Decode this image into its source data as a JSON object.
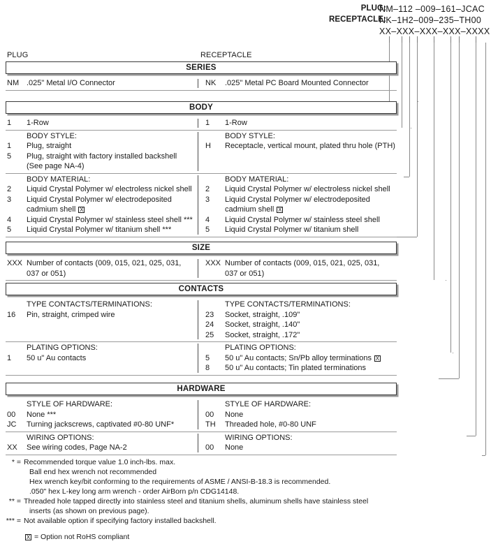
{
  "part_number_header": {
    "rows": [
      {
        "label": "PLUG:",
        "value": "NM–112 –009–161–JCAC"
      },
      {
        "label": "RECEPTACLE:",
        "value": "NK–1H2–009–235–TH00"
      },
      {
        "label": "",
        "value": "XX–XXX–XXX–XXX–XXXX"
      }
    ]
  },
  "column_captions": {
    "plug": "PLUG",
    "receptacle": "RECEPTACLE"
  },
  "sections": [
    {
      "title": "SERIES",
      "blocks": [
        {
          "plug": {
            "subhead": "",
            "options": [
              {
                "code": "NM",
                "desc": ".025\" Metal I/O Connector"
              }
            ]
          },
          "receptacle": {
            "subhead": "",
            "options": [
              {
                "code": "NK",
                "desc": ".025\" Metal PC Board Mounted Connector"
              }
            ]
          }
        }
      ]
    },
    {
      "title": "BODY",
      "blocks": [
        {
          "plug": {
            "subhead": "",
            "options": [
              {
                "code": "1",
                "desc": "1-Row"
              }
            ]
          },
          "receptacle": {
            "subhead": "",
            "options": [
              {
                "code": "1",
                "desc": "1-Row"
              }
            ]
          }
        },
        {
          "plug": {
            "subhead": "BODY STYLE:",
            "options": [
              {
                "code": "1",
                "desc": "Plug, straight"
              },
              {
                "code": "5",
                "desc": "Plug, straight with factory installed backshell"
              },
              {
                "code": "",
                "desc": "(See page NA-4)"
              }
            ]
          },
          "receptacle": {
            "subhead": "BODY STYLE:",
            "options": [
              {
                "code": "H",
                "desc": "Receptacle, vertical mount, plated thru hole (PTH)"
              }
            ]
          }
        },
        {
          "plug": {
            "subhead": "BODY MATERIAL:",
            "options": [
              {
                "code": "2",
                "desc": "Liquid Crystal Polymer w/ electroless nickel shell"
              },
              {
                "code": "3",
                "desc": "Liquid Crystal Polymer w/ electrodeposited"
              },
              {
                "code": "",
                "desc": "cadmium shell",
                "rohs": true
              },
              {
                "code": "4",
                "desc": "Liquid Crystal Polymer w/ stainless steel shell ***"
              },
              {
                "code": "5",
                "desc": "Liquid Crystal Polymer w/ titanium shell ***"
              }
            ]
          },
          "receptacle": {
            "subhead": "BODY MATERIAL:",
            "options": [
              {
                "code": "2",
                "desc": "Liquid Crystal Polymer w/ electroless nickel shell"
              },
              {
                "code": "3",
                "desc": "Liquid Crystal Polymer w/ electrodeposited"
              },
              {
                "code": "",
                "desc": "cadmium shell",
                "rohs": true
              },
              {
                "code": "4",
                "desc": "Liquid Crystal Polymer w/ stainless steel shell"
              },
              {
                "code": "5",
                "desc": "Liquid Crystal Polymer w/ titanium shell"
              }
            ]
          }
        }
      ]
    },
    {
      "title": "SIZE",
      "blocks": [
        {
          "plug": {
            "subhead": "",
            "options": [
              {
                "code": "XXX",
                "desc": "Number of contacts (009, 015, 021, 025, 031,"
              },
              {
                "code": "",
                "desc": "037 or 051)"
              }
            ]
          },
          "receptacle": {
            "subhead": "",
            "options": [
              {
                "code": "XXX",
                "desc": "Number of contacts (009, 015, 021, 025, 031,"
              },
              {
                "code": "",
                "desc": "037 or 051)"
              }
            ]
          }
        }
      ]
    },
    {
      "title": "CONTACTS",
      "blocks": [
        {
          "plug": {
            "subhead": "TYPE CONTACTS/TERMINATIONS:",
            "options": [
              {
                "code": "16",
                "desc": "Pin, straight, crimped wire"
              }
            ]
          },
          "receptacle": {
            "subhead": "TYPE CONTACTS/TERMINATIONS:",
            "options": [
              {
                "code": "23",
                "desc": "Socket, straight, .109\""
              },
              {
                "code": "24",
                "desc": "Socket, straight, .140\""
              },
              {
                "code": "25",
                "desc": "Socket, straight, .172\""
              }
            ]
          }
        },
        {
          "plug": {
            "subhead": "PLATING OPTIONS:",
            "options": [
              {
                "code": "1",
                "desc": "50 u\" Au contacts"
              }
            ]
          },
          "receptacle": {
            "subhead": "PLATING OPTIONS:",
            "options": [
              {
                "code": "5",
                "desc": "50 u\" Au contacts; Sn/Pb alloy terminations",
                "rohs": true
              },
              {
                "code": "8",
                "desc": "50 u\" Au contacts; Tin plated terminations"
              }
            ]
          }
        }
      ]
    },
    {
      "title": "HARDWARE",
      "blocks": [
        {
          "plug": {
            "subhead": "STYLE OF HARDWARE:",
            "options": [
              {
                "code": "00",
                "desc": "None  ***"
              },
              {
                "code": "JC",
                "desc": "Turning jackscrews, captivated #0-80 UNF*"
              }
            ]
          },
          "receptacle": {
            "subhead": "STYLE OF HARDWARE:",
            "options": [
              {
                "code": "00",
                "desc": "None"
              },
              {
                "code": "TH",
                "desc": "Threaded hole, #0-80 UNF"
              }
            ]
          }
        },
        {
          "plug": {
            "subhead": "WIRING OPTIONS:",
            "options": [
              {
                "code": "XX",
                "desc": "See wiring codes, Page NA-2"
              }
            ]
          },
          "receptacle": {
            "subhead": "WIRING OPTIONS:",
            "options": [
              {
                "code": "00",
                "desc": "None"
              }
            ]
          }
        }
      ]
    }
  ],
  "footnotes": [
    {
      "marker": "* =",
      "lines": [
        "Recommended torque value 1.0 inch-lbs. max.",
        "Ball end hex wrench not recommended",
        "Hex wrench key/bit conforming to the requirements of ASME / ANSI-B-18.3 is recommended.",
        ".050\" hex L-key long arm wrench - order AirBorn p/n CDG14148."
      ]
    },
    {
      "marker": "** =",
      "lines": [
        "Threaded hole tapped directly into stainless steel and titanium shells, aluminum shells have stainless steel",
        "inserts (as shown on previous page)."
      ]
    },
    {
      "marker": "*** =",
      "lines": [
        "Not available option if specifying factory installed backshell."
      ]
    }
  ],
  "rohs_note": {
    "symbol": "☒",
    "text": "= Option not RoHS compliant"
  },
  "colors": {
    "text": "#1a1a1a",
    "bar_border": "#3a3a3a",
    "bar_shadow": "#9a9a9a",
    "rule": "#9a9a9a",
    "leader": "#8a8a8a"
  }
}
